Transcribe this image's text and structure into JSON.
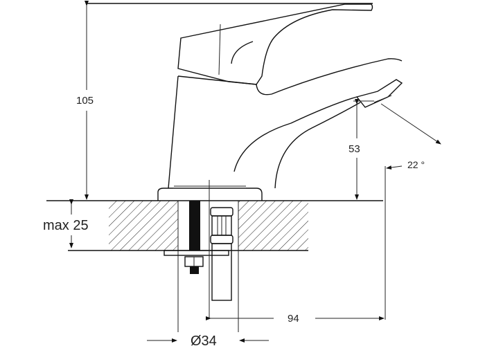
{
  "drawing": {
    "title": "Basin faucet side view technical drawing",
    "dimensions": {
      "overall_height": "105",
      "spout_height": "53",
      "spout_angle": "22 °",
      "max_counter_thickness": "max 25",
      "spout_reach": "94",
      "hole_diameter": "Ø34"
    },
    "colors": {
      "line": "#111111",
      "background": "#ffffff"
    }
  }
}
